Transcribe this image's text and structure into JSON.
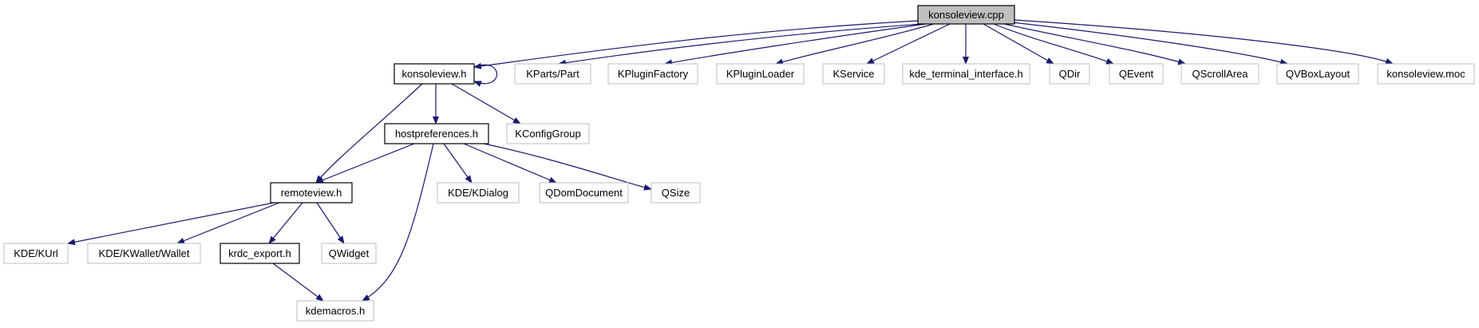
{
  "graph": {
    "root": "konsoleview.cpp",
    "colors": {
      "edge": "#191970",
      "root_fill": "#bfbfbf",
      "documented_border": "#000000",
      "external_border": "#bfbfbf",
      "text": "#000000"
    },
    "nodes": [
      {
        "id": "konsoleview_cpp",
        "label": "konsoleview.cpp",
        "kind": "root"
      },
      {
        "id": "konsoleview_h",
        "label": "konsoleview.h",
        "kind": "documented"
      },
      {
        "id": "kparts_part",
        "label": "KParts/Part",
        "kind": "external"
      },
      {
        "id": "kpluginfactory",
        "label": "KPluginFactory",
        "kind": "external"
      },
      {
        "id": "kpluginloader",
        "label": "KPluginLoader",
        "kind": "external"
      },
      {
        "id": "kservice",
        "label": "KService",
        "kind": "external"
      },
      {
        "id": "kde_terminal_interface_h",
        "label": "kde_terminal_interface.h",
        "kind": "external"
      },
      {
        "id": "qdir",
        "label": "QDir",
        "kind": "external"
      },
      {
        "id": "qevent",
        "label": "QEvent",
        "kind": "external"
      },
      {
        "id": "qscrollarea",
        "label": "QScrollArea",
        "kind": "external"
      },
      {
        "id": "qvboxlayout",
        "label": "QVBoxLayout",
        "kind": "external"
      },
      {
        "id": "konsoleview_moc",
        "label": "konsoleview.moc",
        "kind": "external"
      },
      {
        "id": "hostpreferences_h",
        "label": "hostpreferences.h",
        "kind": "documented"
      },
      {
        "id": "kconfiggroup",
        "label": "KConfigGroup",
        "kind": "external"
      },
      {
        "id": "remoteview_h",
        "label": "remoteview.h",
        "kind": "documented"
      },
      {
        "id": "kde_kdialog",
        "label": "KDE/KDialog",
        "kind": "external"
      },
      {
        "id": "qdomdocument",
        "label": "QDomDocument",
        "kind": "external"
      },
      {
        "id": "qsize",
        "label": "QSize",
        "kind": "external"
      },
      {
        "id": "kde_kurl",
        "label": "KDE/KUrl",
        "kind": "external"
      },
      {
        "id": "kde_kwallet_wallet",
        "label": "KDE/KWallet/Wallet",
        "kind": "external"
      },
      {
        "id": "krdc_export_h",
        "label": "krdc_export.h",
        "kind": "documented"
      },
      {
        "id": "qwidget",
        "label": "QWidget",
        "kind": "external"
      },
      {
        "id": "kdemacros_h",
        "label": "kdemacros.h",
        "kind": "external"
      }
    ],
    "edges": [
      {
        "from": "konsoleview_cpp",
        "to": "konsoleview_h"
      },
      {
        "from": "konsoleview_cpp",
        "to": "kparts_part"
      },
      {
        "from": "konsoleview_cpp",
        "to": "kpluginfactory"
      },
      {
        "from": "konsoleview_cpp",
        "to": "kpluginloader"
      },
      {
        "from": "konsoleview_cpp",
        "to": "kservice"
      },
      {
        "from": "konsoleview_cpp",
        "to": "kde_terminal_interface_h"
      },
      {
        "from": "konsoleview_cpp",
        "to": "qdir"
      },
      {
        "from": "konsoleview_cpp",
        "to": "qevent"
      },
      {
        "from": "konsoleview_cpp",
        "to": "qscrollarea"
      },
      {
        "from": "konsoleview_cpp",
        "to": "qvboxlayout"
      },
      {
        "from": "konsoleview_cpp",
        "to": "konsoleview_moc"
      },
      {
        "from": "konsoleview_h",
        "to": "konsoleview_h"
      },
      {
        "from": "konsoleview_h",
        "to": "hostpreferences_h"
      },
      {
        "from": "konsoleview_h",
        "to": "kconfiggroup"
      },
      {
        "from": "konsoleview_h",
        "to": "remoteview_h"
      },
      {
        "from": "hostpreferences_h",
        "to": "remoteview_h"
      },
      {
        "from": "hostpreferences_h",
        "to": "kde_kdialog"
      },
      {
        "from": "hostpreferences_h",
        "to": "qdomdocument"
      },
      {
        "from": "hostpreferences_h",
        "to": "qsize"
      },
      {
        "from": "hostpreferences_h",
        "to": "kdemacros_h"
      },
      {
        "from": "remoteview_h",
        "to": "kde_kurl"
      },
      {
        "from": "remoteview_h",
        "to": "kde_kwallet_wallet"
      },
      {
        "from": "remoteview_h",
        "to": "krdc_export_h"
      },
      {
        "from": "remoteview_h",
        "to": "qwidget"
      },
      {
        "from": "krdc_export_h",
        "to": "kdemacros_h"
      }
    ]
  }
}
